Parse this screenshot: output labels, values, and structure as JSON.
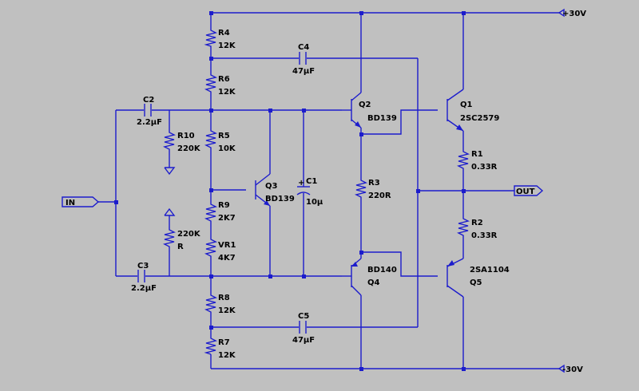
{
  "rails": {
    "positive": "+30V",
    "negative": "-30V"
  },
  "ports": {
    "input": "IN",
    "output": "OUT"
  },
  "components": {
    "r4": {
      "ref": "R4",
      "value": "12K"
    },
    "r6": {
      "ref": "R6",
      "value": "12K"
    },
    "r5": {
      "ref": "R5",
      "value": "10K"
    },
    "r9": {
      "ref": "R9",
      "value": "2K7"
    },
    "vr1": {
      "ref": "VR1",
      "value": "4K7"
    },
    "r8": {
      "ref": "R8",
      "value": "12K"
    },
    "r7": {
      "ref": "R7",
      "value": "12K"
    },
    "r10": {
      "ref": "R10",
      "value": "220K"
    },
    "r11": {
      "ref": "R",
      "value": "220K"
    },
    "r3": {
      "ref": "R3",
      "value": "220R"
    },
    "r1": {
      "ref": "R1",
      "value": "0.33R"
    },
    "r2": {
      "ref": "R2",
      "value": "0.33R"
    },
    "c2": {
      "ref": "C2",
      "value": "2.2µF"
    },
    "c3": {
      "ref": "C3",
      "value": "2.2µF"
    },
    "c4": {
      "ref": "C4",
      "value": "47µF"
    },
    "c5": {
      "ref": "C5",
      "value": "47µF"
    },
    "c1": {
      "ref": "C1",
      "value": "10µ",
      "polarity": "+"
    },
    "q1": {
      "ref": "Q1",
      "value": "2SC2579"
    },
    "q2": {
      "ref": "Q2",
      "value": "BD139"
    },
    "q3": {
      "ref": "Q3",
      "value": "BD139"
    },
    "q4": {
      "ref": "Q4",
      "value": "BD140"
    },
    "q5": {
      "ref": "Q5",
      "value": "2SA1104"
    }
  }
}
